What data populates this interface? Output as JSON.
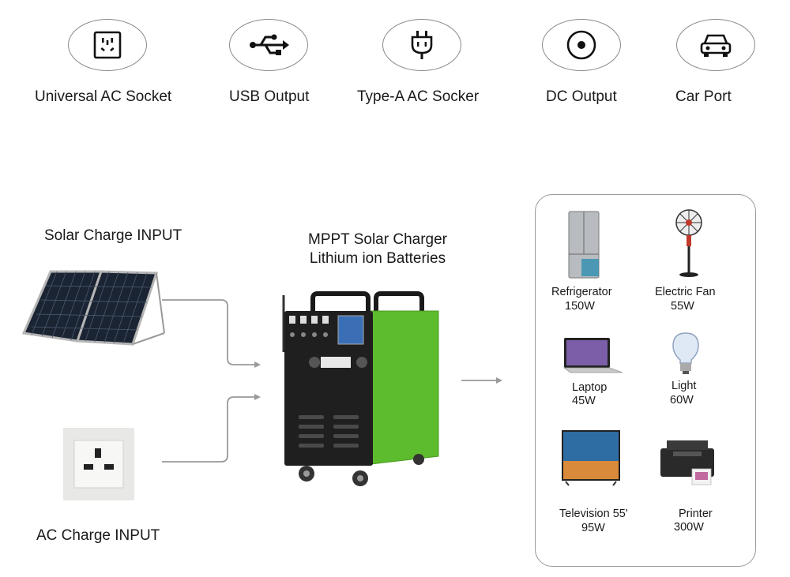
{
  "ports": [
    {
      "icon": "universal-ac-socket-icon",
      "label": "Universal AC Socket"
    },
    {
      "icon": "usb-icon",
      "label": "USB Output"
    },
    {
      "icon": "type-a-plug-icon",
      "label": "Type-A AC Socker"
    },
    {
      "icon": "dc-port-icon",
      "label": "DC Output"
    },
    {
      "icon": "car-icon",
      "label": "Car Port"
    }
  ],
  "inputs": {
    "solar_label": "Solar Charge INPUT",
    "ac_label": "AC Charge INPUT"
  },
  "generator": {
    "title_line1": "MPPT Solar Charger",
    "title_line2": "Lithium ion Batteries",
    "body_color": "#5dbb2e",
    "panel_color": "#1f1f1f"
  },
  "devices": [
    {
      "name": "Refrigerator",
      "watt": "150W"
    },
    {
      "name": "Electric Fan",
      "watt": "55W"
    },
    {
      "name": "Laptop",
      "watt": "45W"
    },
    {
      "name": "Light",
      "watt": "60W"
    },
    {
      "name": "Television 55'",
      "watt": "95W"
    },
    {
      "name": "Printer",
      "watt": "300W"
    }
  ]
}
